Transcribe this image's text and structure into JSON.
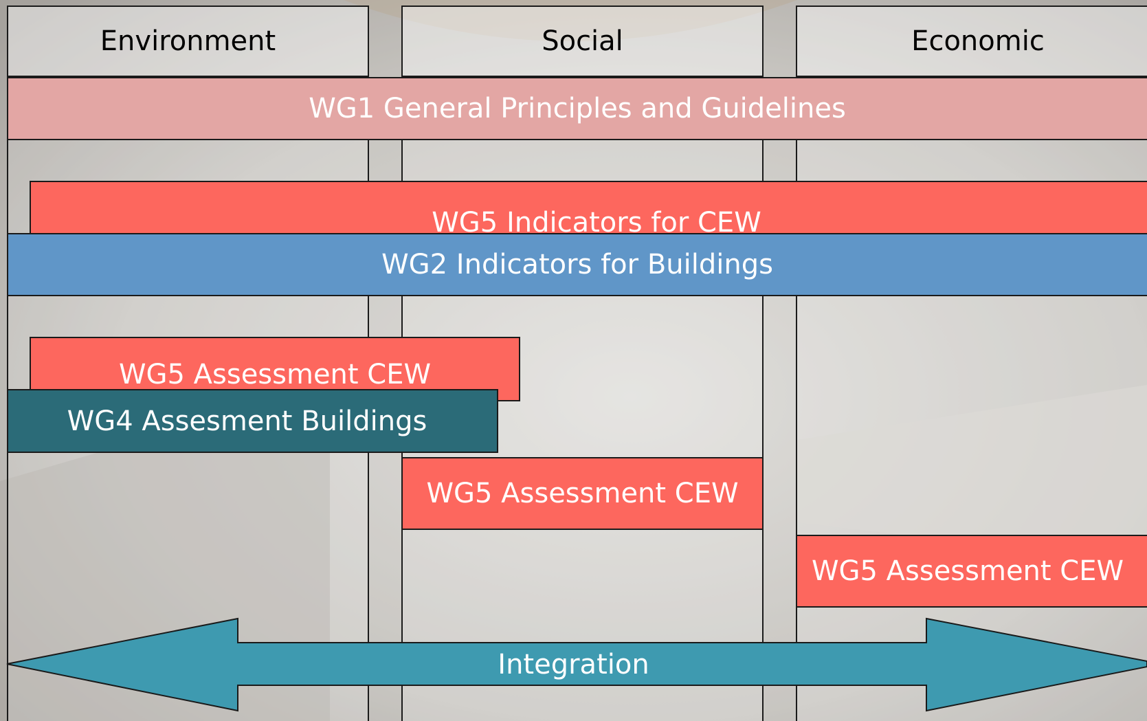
{
  "pillars": [
    {
      "label": "Environment"
    },
    {
      "label": "Social"
    },
    {
      "label": "Economic"
    }
  ],
  "bars": {
    "wg1": {
      "label": "WG1 General Principles and Guidelines",
      "color": "#e3a6a4"
    },
    "wg5_indicators": {
      "label": "WG5 Indicators for CEW",
      "color": "#fd675e"
    },
    "wg2": {
      "label": "WG2 Indicators for Buildings",
      "color": "#6096c8"
    },
    "wg5_assessment_env": {
      "label": "WG5 Assessment CEW",
      "color": "#fd675e"
    },
    "wg4": {
      "label": "WG4 Assesment Buildings",
      "color": "#2b6b78"
    },
    "wg5_assessment_social": {
      "label": "WG5 Assessment CEW",
      "color": "#fd675e"
    },
    "wg5_assessment_econ": {
      "label": "WG5 Assessment CEW",
      "color": "#fd675e"
    }
  },
  "integration": {
    "label": "Integration",
    "color": "#3e9ab0"
  }
}
